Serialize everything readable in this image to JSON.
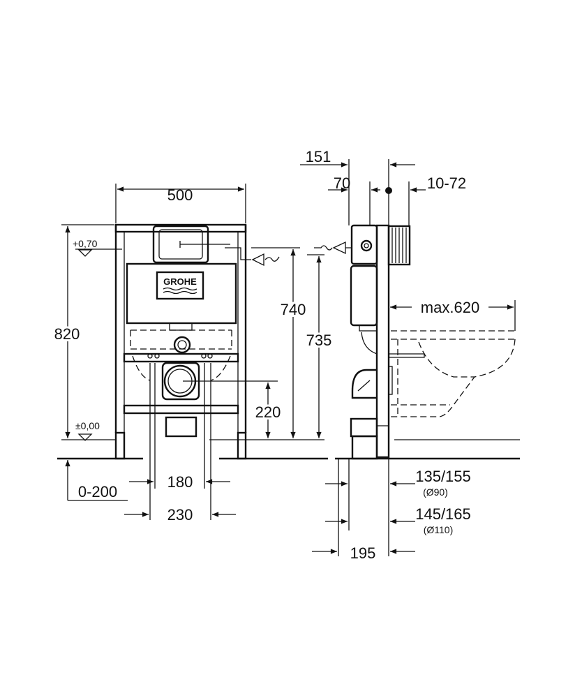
{
  "brand_logo": "GROHE",
  "front_view": {
    "width": "500",
    "height": "820",
    "level_top": "+0,70",
    "level_floor": "±0,00",
    "supply_height": "740",
    "flush_height": "735",
    "outlet_height": "220",
    "floor_adjust": "0-200",
    "bolt_spacing_inner": "180",
    "bolt_spacing_outer": "230"
  },
  "side_view": {
    "offset_151": "151",
    "offset_70": "70",
    "wall_thickness": "10-72",
    "bowl_projection": "max.620",
    "outlet_90": "135/155",
    "outlet_90_diameter": "(Ø90)",
    "outlet_110": "145/165",
    "outlet_110_diameter": "(Ø110)",
    "depth": "195"
  }
}
